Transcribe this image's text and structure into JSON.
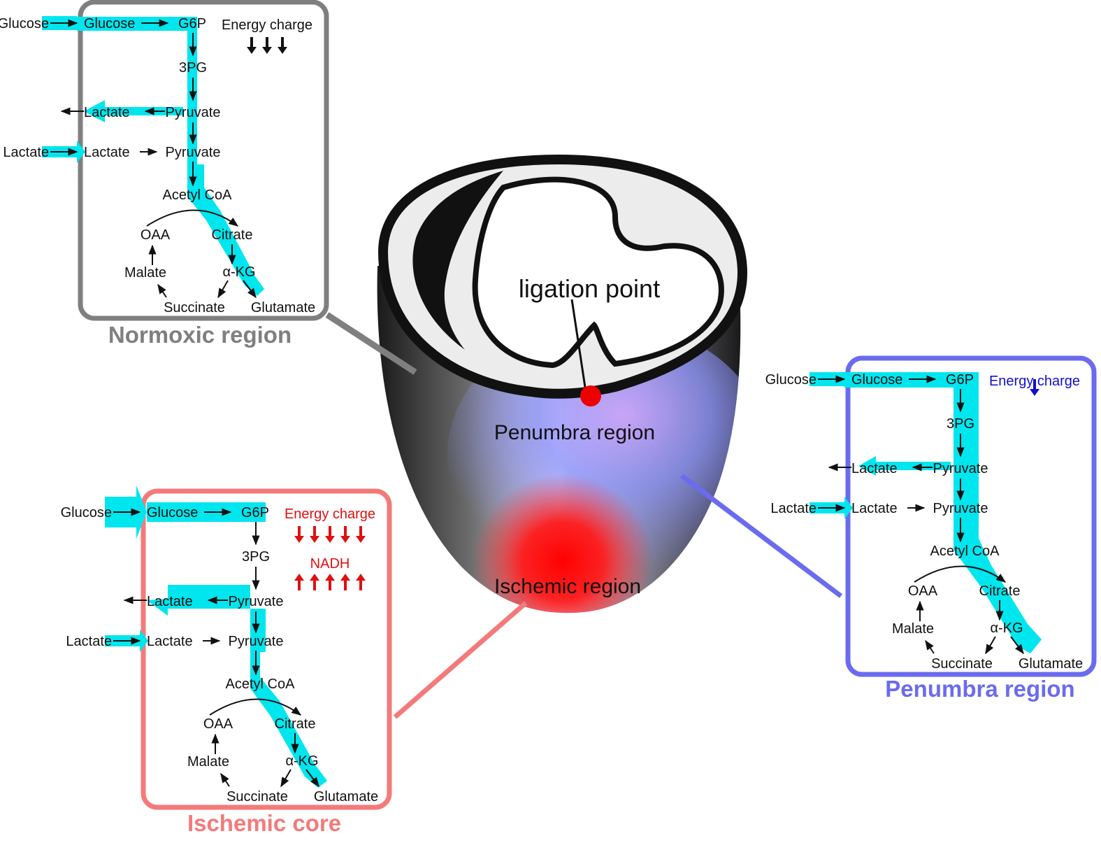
{
  "colors": {
    "flux": "#00e6ee",
    "normoxic": "#7f7f7f",
    "penumbra": "#6b6bef",
    "ischemic": "#f47a7a",
    "energy_red": "#e01010",
    "energy_blue": "#1010cc"
  },
  "heart": {
    "ligation": "ligation point",
    "penumbra": "Penumbra region",
    "ischemic": "Ischemic region"
  },
  "panels": {
    "normoxic": {
      "caption": "Normoxic region",
      "glucose_in": "Glucose",
      "glucose": "Glucose",
      "g6p": "G6P",
      "pg3": "3PG",
      "lactate_out": "Lactate",
      "pyruvate1": "Pyruvate",
      "lactate_in": "Lactate",
      "lactate2": "Lactate",
      "pyruvate2": "Pyruvate",
      "acetyl": "Acetyl CoA",
      "oaa": "OAA",
      "citrate": "Citrate",
      "malate": "Malate",
      "akg": "α-KG",
      "succinate": "Succinate",
      "glutamate": "Glutamate",
      "energy": "Energy charge"
    },
    "ischemic": {
      "caption": "Ischemic core",
      "glucose_in": "Glucose",
      "glucose": "Glucose",
      "g6p": "G6P",
      "pg3": "3PG",
      "lactate_out": "Lactate",
      "pyruvate1": "Pyruvate",
      "lactate_in": "Lactate",
      "lactate2": "Lactate",
      "pyruvate2": "Pyruvate",
      "acetyl": "Acetyl CoA",
      "oaa": "OAA",
      "citrate": "Citrate",
      "malate": "Malate",
      "akg": "α-KG",
      "succinate": "Succinate",
      "glutamate": "Glutamate",
      "energy": "Energy charge",
      "nadh": "NADH"
    },
    "penumbra": {
      "caption": "Penumbra region",
      "glucose_in": "Glucose",
      "glucose": "Glucose",
      "g6p": "G6P",
      "pg3": "3PG",
      "lactate_out": "Lactate",
      "pyruvate1": "Pyruvate",
      "lactate_in": "Lactate",
      "lactate2": "Lactate",
      "pyruvate2": "Pyruvate",
      "acetyl": "Acetyl CoA",
      "oaa": "OAA",
      "citrate": "Citrate",
      "malate": "Malate",
      "akg": "α-KG",
      "succinate": "Succinate",
      "glutamate": "Glutamate",
      "energy": "Energy charge"
    }
  }
}
